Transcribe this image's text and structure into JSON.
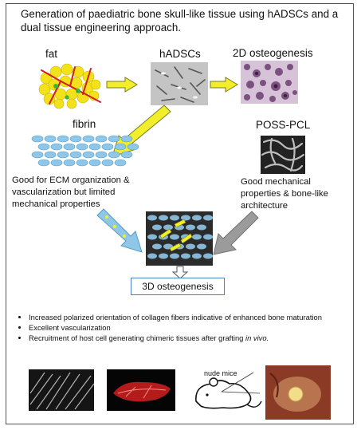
{
  "title": "Generation of paediatric bone skull-like tissue using hADSCs and a dual tissue engineering approach.",
  "labels": {
    "fat": "fat",
    "hadscs": "hADSCs",
    "osteo2d": "2D osteogenesis",
    "fibrin": "fibrin",
    "posspcl": "POSS-PCL"
  },
  "fibrin_desc": [
    "Good for ECM organization &",
    "vascularization but limited",
    "mechanical properties"
  ],
  "posspcl_desc": [
    "Good mechanical",
    "properties & bone-like",
    "architecture"
  ],
  "result_box": "3D osteogenesis",
  "bullets": [
    {
      "text": "Increased polarized orientation of collagen fibers indicative of enhanced bone maturation",
      "emph": ""
    },
    {
      "text": "Excellent vascularization",
      "emph": ""
    },
    {
      "text": "Recruitment of host cell generating chimeric tissues after grafting ",
      "emph": "in vivo."
    }
  ],
  "mice_label": "nude mice",
  "colors": {
    "yellow_arrow": "#f2ef2a",
    "arrow_outline": "#7a7a20",
    "fibrin_blue": "#8fc7e8",
    "grey_arrow": "#9b9b9b",
    "box_border": "#4a82c2",
    "fat_yellow": "#f3e21a",
    "vessel_red": "#d11e1e",
    "cell_green": "#3cb43c",
    "osteo_purple": "#9b6f9e"
  }
}
